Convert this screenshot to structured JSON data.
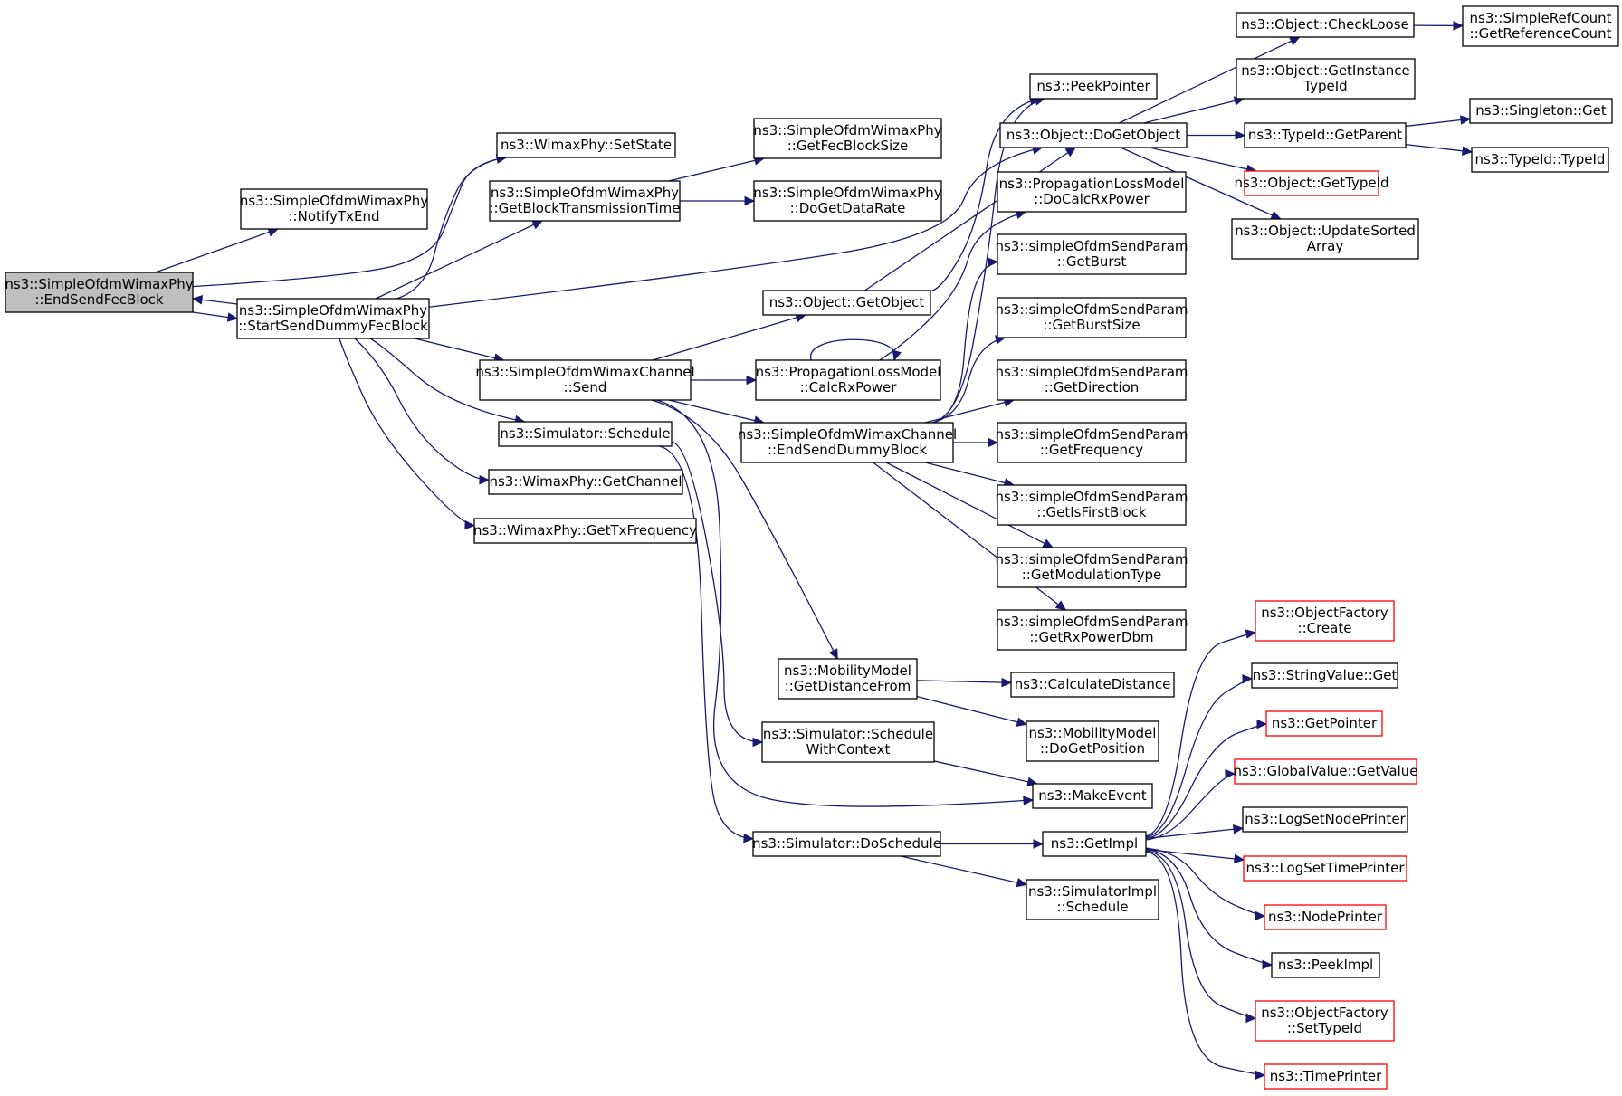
{
  "graph": {
    "kind": "call-graph",
    "colors": {
      "edge": "#191970",
      "node_border": "#000000",
      "node_border_incomplete": "#ff0000",
      "root_fill": "#bfbfbf",
      "background": "#ffffff"
    },
    "nodes": [
      {
        "id": "n0",
        "lines": [
          "ns3::SimpleOfdmWimaxPhy",
          "::EndSendFecBlock"
        ],
        "style": "root"
      },
      {
        "id": "n1",
        "lines": [
          "ns3::SimpleOfdmWimaxPhy",
          "::NotifyTxEnd"
        ]
      },
      {
        "id": "n2",
        "lines": [
          "ns3::SimpleOfdmWimaxPhy",
          "::StartSendDummyFecBlock"
        ]
      },
      {
        "id": "n3",
        "lines": [
          "ns3::WimaxPhy::SetState"
        ]
      },
      {
        "id": "n4",
        "lines": [
          "ns3::SimpleOfdmWimaxPhy",
          "::GetBlockTransmissionTime"
        ]
      },
      {
        "id": "n5",
        "lines": [
          "ns3::SimpleOfdmWimaxPhy",
          "::GetFecBlockSize"
        ]
      },
      {
        "id": "n6",
        "lines": [
          "ns3::SimpleOfdmWimaxPhy",
          "::DoGetDataRate"
        ]
      },
      {
        "id": "n7",
        "lines": [
          "ns3::PeekPointer"
        ]
      },
      {
        "id": "n8",
        "lines": [
          "ns3::Object::DoGetObject"
        ]
      },
      {
        "id": "n9",
        "lines": [
          "ns3::Object::CheckLoose"
        ]
      },
      {
        "id": "n10",
        "lines": [
          "ns3::SimpleRefCount",
          "::GetReferenceCount"
        ]
      },
      {
        "id": "n11",
        "lines": [
          "ns3::Object::GetInstance",
          "TypeId"
        ]
      },
      {
        "id": "n12",
        "lines": [
          "ns3::TypeId::GetParent"
        ]
      },
      {
        "id": "n13",
        "lines": [
          "ns3::Singleton::Get"
        ]
      },
      {
        "id": "n14",
        "lines": [
          "ns3::TypeId::TypeId"
        ]
      },
      {
        "id": "n15",
        "lines": [
          "ns3::Object::GetTypeId"
        ],
        "style": "red"
      },
      {
        "id": "n16",
        "lines": [
          "ns3::Object::UpdateSorted",
          "Array"
        ]
      },
      {
        "id": "n17",
        "lines": [
          "ns3::PropagationLossModel",
          "::DoCalcRxPower"
        ]
      },
      {
        "id": "n18",
        "lines": [
          "ns3::simpleOfdmSendParam",
          "::GetBurst"
        ]
      },
      {
        "id": "n19",
        "lines": [
          "ns3::Object::GetObject"
        ]
      },
      {
        "id": "n20",
        "lines": [
          "ns3::simpleOfdmSendParam",
          "::GetBurstSize"
        ]
      },
      {
        "id": "n21",
        "lines": [
          "ns3::SimpleOfdmWimaxChannel",
          "::Send"
        ]
      },
      {
        "id": "n22",
        "lines": [
          "ns3::PropagationLossModel",
          "::CalcRxPower"
        ]
      },
      {
        "id": "n23",
        "lines": [
          "ns3::simpleOfdmSendParam",
          "::GetDirection"
        ]
      },
      {
        "id": "n24",
        "lines": [
          "ns3::Simulator::Schedule"
        ]
      },
      {
        "id": "n25",
        "lines": [
          "ns3::SimpleOfdmWimaxChannel",
          "::EndSendDummyBlock"
        ]
      },
      {
        "id": "n26",
        "lines": [
          "ns3::simpleOfdmSendParam",
          "::GetFrequency"
        ]
      },
      {
        "id": "n27",
        "lines": [
          "ns3::WimaxPhy::GetChannel"
        ]
      },
      {
        "id": "n28",
        "lines": [
          "ns3::simpleOfdmSendParam",
          "::GetIsFirstBlock"
        ]
      },
      {
        "id": "n29",
        "lines": [
          "ns3::WimaxPhy::GetTxFrequency"
        ]
      },
      {
        "id": "n30",
        "lines": [
          "ns3::simpleOfdmSendParam",
          "::GetModulationType"
        ]
      },
      {
        "id": "n31",
        "lines": [
          "ns3::simpleOfdmSendParam",
          "::GetRxPowerDbm"
        ]
      },
      {
        "id": "n32",
        "lines": [
          "ns3::ObjectFactory",
          "::Create"
        ],
        "style": "red"
      },
      {
        "id": "n33",
        "lines": [
          "ns3::MobilityModel",
          "::GetDistanceFrom"
        ]
      },
      {
        "id": "n34",
        "lines": [
          "ns3::CalculateDistance"
        ]
      },
      {
        "id": "n35",
        "lines": [
          "ns3::StringValue::Get"
        ]
      },
      {
        "id": "n36",
        "lines": [
          "ns3::MobilityModel",
          "::DoGetPosition"
        ]
      },
      {
        "id": "n37",
        "lines": [
          "ns3::GetPointer"
        ],
        "style": "red"
      },
      {
        "id": "n38",
        "lines": [
          "ns3::Simulator::Schedule",
          "WithContext"
        ]
      },
      {
        "id": "n39",
        "lines": [
          "ns3::GlobalValue::GetValue"
        ],
        "style": "red"
      },
      {
        "id": "n40",
        "lines": [
          "ns3::MakeEvent"
        ]
      },
      {
        "id": "n41",
        "lines": [
          "ns3::LogSetNodePrinter"
        ]
      },
      {
        "id": "n42",
        "lines": [
          "ns3::Simulator::DoSchedule"
        ]
      },
      {
        "id": "n43",
        "lines": [
          "ns3::GetImpl"
        ]
      },
      {
        "id": "n44",
        "lines": [
          "ns3::LogSetTimePrinter"
        ],
        "style": "red"
      },
      {
        "id": "n45",
        "lines": [
          "ns3::SimulatorImpl",
          "::Schedule"
        ]
      },
      {
        "id": "n46",
        "lines": [
          "ns3::NodePrinter"
        ],
        "style": "red"
      },
      {
        "id": "n47",
        "lines": [
          "ns3::PeekImpl"
        ]
      },
      {
        "id": "n48",
        "lines": [
          "ns3::ObjectFactory",
          "::SetTypeId"
        ],
        "style": "red"
      },
      {
        "id": "n49",
        "lines": [
          "ns3::TimePrinter"
        ],
        "style": "red"
      }
    ],
    "edges": [
      {
        "from": "n0",
        "to": "n1"
      },
      {
        "from": "n0",
        "to": "n2"
      },
      {
        "from": "n2",
        "to": "n0"
      },
      {
        "from": "n0",
        "to": "n3"
      },
      {
        "from": "n2",
        "to": "n3"
      },
      {
        "from": "n2",
        "to": "n4"
      },
      {
        "from": "n4",
        "to": "n5"
      },
      {
        "from": "n4",
        "to": "n6"
      },
      {
        "from": "n2",
        "to": "n8"
      },
      {
        "from": "n2",
        "to": "n21"
      },
      {
        "from": "n2",
        "to": "n24"
      },
      {
        "from": "n2",
        "to": "n27"
      },
      {
        "from": "n2",
        "to": "n29"
      },
      {
        "from": "n21",
        "to": "n19"
      },
      {
        "from": "n21",
        "to": "n22"
      },
      {
        "from": "n21",
        "to": "n25"
      },
      {
        "from": "n21",
        "to": "n33"
      },
      {
        "from": "n21",
        "to": "n40"
      },
      {
        "from": "n19",
        "to": "n7"
      },
      {
        "from": "n19",
        "to": "n8"
      },
      {
        "from": "n22",
        "to": "n22"
      },
      {
        "from": "n22",
        "to": "n17"
      },
      {
        "from": "n25",
        "to": "n7"
      },
      {
        "from": "n25",
        "to": "n18"
      },
      {
        "from": "n25",
        "to": "n20"
      },
      {
        "from": "n25",
        "to": "n23"
      },
      {
        "from": "n25",
        "to": "n26"
      },
      {
        "from": "n25",
        "to": "n28"
      },
      {
        "from": "n25",
        "to": "n30"
      },
      {
        "from": "n25",
        "to": "n31"
      },
      {
        "from": "n8",
        "to": "n9"
      },
      {
        "from": "n8",
        "to": "n11"
      },
      {
        "from": "n8",
        "to": "n12"
      },
      {
        "from": "n8",
        "to": "n15"
      },
      {
        "from": "n8",
        "to": "n16"
      },
      {
        "from": "n9",
        "to": "n10"
      },
      {
        "from": "n12",
        "to": "n13"
      },
      {
        "from": "n12",
        "to": "n14"
      },
      {
        "from": "n24",
        "to": "n38"
      },
      {
        "from": "n24",
        "to": "n42"
      },
      {
        "from": "n33",
        "to": "n34"
      },
      {
        "from": "n33",
        "to": "n36"
      },
      {
        "from": "n38",
        "to": "n40"
      },
      {
        "from": "n42",
        "to": "n43"
      },
      {
        "from": "n42",
        "to": "n45"
      },
      {
        "from": "n43",
        "to": "n32"
      },
      {
        "from": "n43",
        "to": "n35"
      },
      {
        "from": "n43",
        "to": "n37"
      },
      {
        "from": "n43",
        "to": "n39"
      },
      {
        "from": "n43",
        "to": "n41"
      },
      {
        "from": "n43",
        "to": "n44"
      },
      {
        "from": "n43",
        "to": "n46"
      },
      {
        "from": "n43",
        "to": "n47"
      },
      {
        "from": "n43",
        "to": "n48"
      },
      {
        "from": "n43",
        "to": "n49"
      }
    ]
  }
}
